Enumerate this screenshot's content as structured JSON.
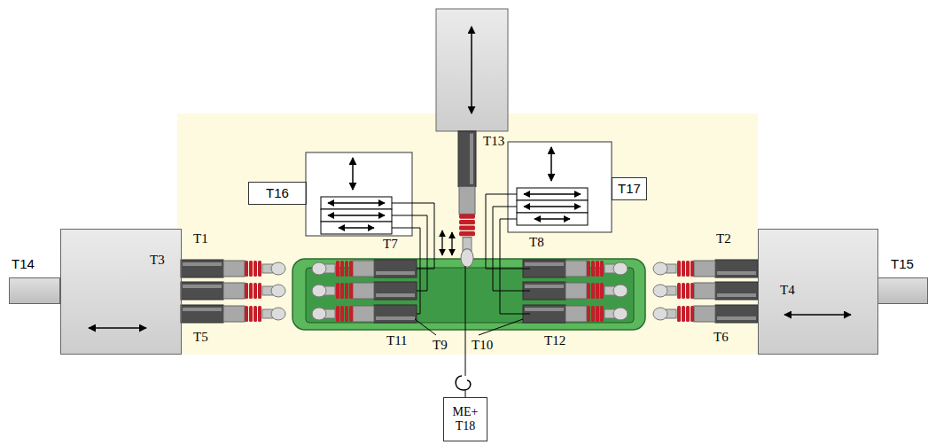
{
  "diagram": {
    "nodes": [
      {
        "text": [
          "T16"
        ]
      },
      {
        "text": [
          "T17"
        ]
      },
      {
        "text": [
          "T14"
        ]
      },
      {
        "text": [
          "T3"
        ]
      },
      {
        "text": [
          "T4"
        ]
      },
      {
        "text": [
          "T15"
        ]
      },
      {
        "text": [
          "ME+ T18"
        ]
      }
    ],
    "labels": [
      "T13",
      "T1",
      "T7",
      "T8",
      "T2",
      "T5",
      "T11",
      "T9",
      "T10",
      "T12",
      "T6"
    ]
  }
}
